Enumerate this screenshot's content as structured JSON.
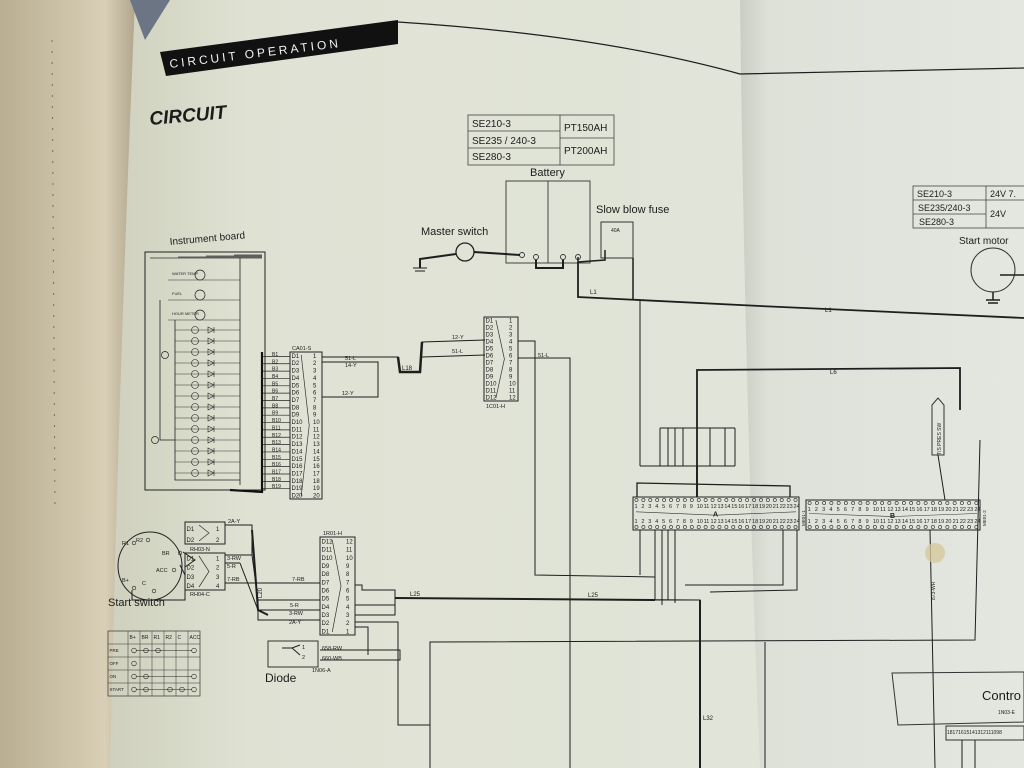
{
  "header": {
    "section_title": "CIRCUIT OPERATION",
    "page_title": "CIRCUIT"
  },
  "battery_table": {
    "models": [
      "SE210-3",
      "SE235 / 240-3",
      "SE280-3"
    ],
    "ratings": [
      "PT150AH",
      "PT200AH"
    ]
  },
  "labels": {
    "battery": "Battery",
    "slow_blow_fuse": "Slow blow fuse",
    "fuse_rating": "40A",
    "master_switch": "Master switch",
    "instrument_board": "Instrument board",
    "start_switch": "Start switch",
    "diode": "Diode",
    "start_motor": "Start motor",
    "controller": "Contro",
    "wire_l1": "L1",
    "wire_l6": "L6",
    "wire_l18": "L18",
    "wire_l25": "L25",
    "wire_l20": "L20",
    "wire_l32": "L32",
    "wire_12y": "12-Y",
    "wire_14y": "14-Y",
    "wire_51l": "51-L",
    "wire_2ay": "2A-Y",
    "wire_3rw": "3-RW",
    "wire_5r": "5-R",
    "wire_7rb": "7-RB",
    "wire_658": "658-RW",
    "wire_660": "660-WB",
    "wire_873": "873-WR",
    "sensor": "T/S PRES SW",
    "meter_labels": [
      "WATER TEMP",
      "FUEL",
      "HOUR METER"
    ]
  },
  "connectors": {
    "ca01": {
      "name": "CA01-S",
      "left": [
        "D1",
        "D2",
        "D3",
        "D4",
        "D5",
        "D6",
        "D7",
        "D8",
        "D9",
        "D10",
        "D11",
        "D12",
        "D13",
        "D14",
        "D15",
        "D16",
        "D17",
        "D18",
        "D19",
        "D20"
      ],
      "right": [
        "1",
        "2",
        "3",
        "4",
        "5",
        "6",
        "7",
        "8",
        "9",
        "10",
        "11",
        "12",
        "13",
        "14",
        "15",
        "16",
        "17",
        "18",
        "19",
        "20"
      ]
    },
    "b_wires": [
      "B1",
      "B2",
      "B3",
      "B4",
      "B5",
      "B6",
      "B7",
      "B8",
      "B9",
      "B10",
      "B11",
      "B12",
      "B13",
      "B14",
      "B15",
      "B16",
      "B17",
      "B18",
      "B19"
    ],
    "c1c01": {
      "name": "1C01-H",
      "left": [
        "D1",
        "D2",
        "D3",
        "D4",
        "D5",
        "D6",
        "D7",
        "D8",
        "D9",
        "D10",
        "D11",
        "D12"
      ],
      "right": [
        "1",
        "2",
        "3",
        "4",
        "5",
        "6",
        "7",
        "8",
        "9",
        "10",
        "11",
        "12"
      ]
    },
    "r1r01": {
      "name": "1R01-H",
      "left": [
        "D12",
        "D11",
        "D10",
        "D9",
        "D8",
        "D7",
        "D6",
        "D5",
        "D4",
        "D3",
        "D2",
        "D1"
      ],
      "right": [
        "12",
        "11",
        "10",
        "9",
        "8",
        "7",
        "6",
        "5",
        "4",
        "3",
        "2",
        "1"
      ]
    },
    "rh03": {
      "name": "RH03-N",
      "left": [
        "D1",
        "D2"
      ],
      "right": [
        "1",
        "2"
      ]
    },
    "rh04": {
      "name": "RH04-C",
      "left": [
        "D1",
        "D2",
        "D3",
        "D4"
      ],
      "right": [
        "1",
        "2",
        "3",
        "4"
      ]
    },
    "diode": {
      "name": "1N06-A",
      "pins": [
        "1",
        "2"
      ]
    },
    "ctrl": {
      "name": "1N03-E",
      "pins": "18171615141312111098"
    },
    "big_a": {
      "letter": "A",
      "name": "ME01-1",
      "pins": [
        "1",
        "2",
        "3",
        "4",
        "5",
        "6",
        "7",
        "8",
        "9",
        "10",
        "11",
        "12",
        "13",
        "14",
        "15",
        "16",
        "17",
        "18",
        "19",
        "20",
        "21",
        "22",
        "23",
        "24"
      ]
    },
    "big_b": {
      "letter": "B",
      "name": "ME01-2",
      "pins": [
        "1",
        "2",
        "3",
        "4",
        "5",
        "6",
        "7",
        "8",
        "9",
        "10",
        "11",
        "12",
        "13",
        "14",
        "15",
        "16",
        "17",
        "18",
        "19",
        "20",
        "21",
        "22",
        "23",
        "24"
      ]
    }
  },
  "switch_table": {
    "columns": [
      "B+",
      "BR",
      "R1",
      "R2",
      "C",
      "ACC"
    ],
    "rows": [
      "PRE",
      "OFF",
      "ON",
      "START"
    ]
  },
  "start_switch_terminals": [
    "R1",
    "R2",
    "BR",
    "ACC",
    "B+",
    "C"
  ],
  "motor_table": {
    "models": [
      "SE210-3",
      "SE235/240-3",
      "SE280-3"
    ],
    "ratings": [
      "24V 7.",
      "24V"
    ]
  }
}
